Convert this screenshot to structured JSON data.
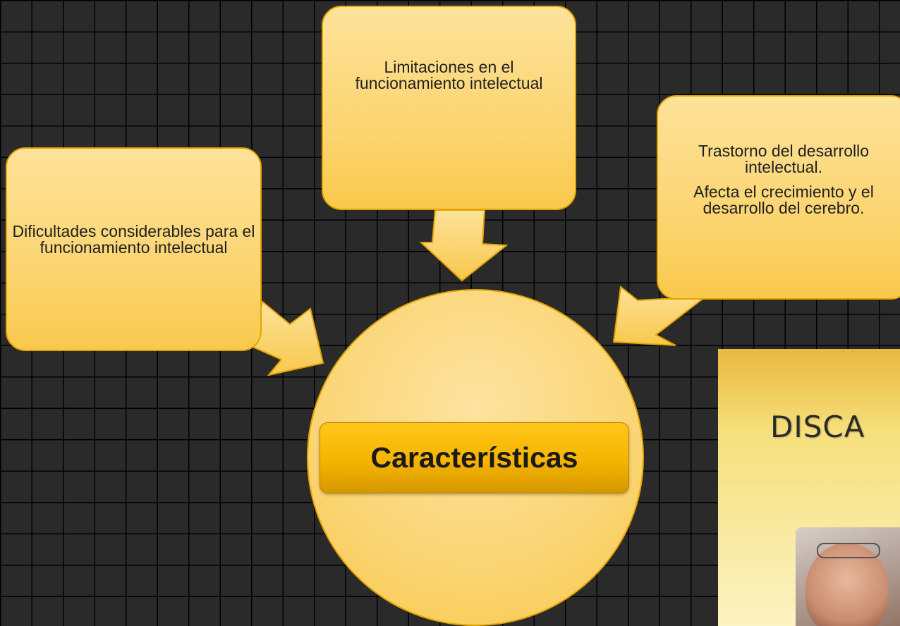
{
  "diagram": {
    "center_label": "Características",
    "boxes": {
      "left": {
        "lines": [
          "Dificultades considerables para el funcionamiento intelectual"
        ]
      },
      "top": {
        "lines": [
          "Limitaciones en el funcionamiento intelectual"
        ]
      },
      "right": {
        "lines": [
          "Trastorno del desarrollo intelectual.",
          "Afecta el crecimiento y el desarrollo del cerebro."
        ]
      }
    }
  },
  "slide_thumbnail": {
    "title_fragment": "DISCA"
  },
  "colors": {
    "background": "#2a2a2a",
    "grid_lines": "#000000",
    "box_fill": "#fcd571",
    "box_border": "#e2a400",
    "label_fill": "#f5b400"
  }
}
